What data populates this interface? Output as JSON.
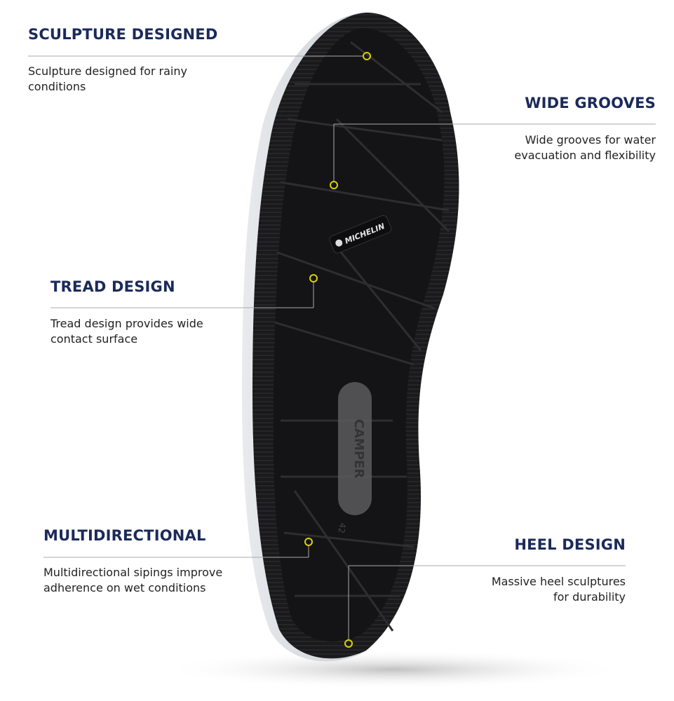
{
  "colors": {
    "title": "#1b2a5a",
    "marker": "#d9d200",
    "sole": "#1c1c1e",
    "midsole": "#d8dadd",
    "line": "#aaaaaa"
  },
  "callouts": [
    {
      "title": "SCULPTURE DESIGNED",
      "description_lines": [
        "Sculpture designed for rainy",
        "conditions"
      ]
    },
    {
      "title": "WIDE GROOVES",
      "description_lines": [
        "Wide grooves for water",
        "evacuation and flexibility"
      ]
    },
    {
      "title": "TREAD DESIGN",
      "description_lines": [
        "Tread design provides wide",
        "contact surface"
      ]
    },
    {
      "title": "MULTIDIRECTIONAL",
      "description_lines": [
        "Multidirectional sipings improve",
        "adherence on wet conditions"
      ]
    },
    {
      "title": "HEEL DESIGN",
      "description_lines": [
        "Massive heel sculptures",
        "for durability"
      ]
    }
  ],
  "sole": {
    "brand_logo": "MICHELIN",
    "heel_logo": "CAMPER",
    "size": "42"
  }
}
